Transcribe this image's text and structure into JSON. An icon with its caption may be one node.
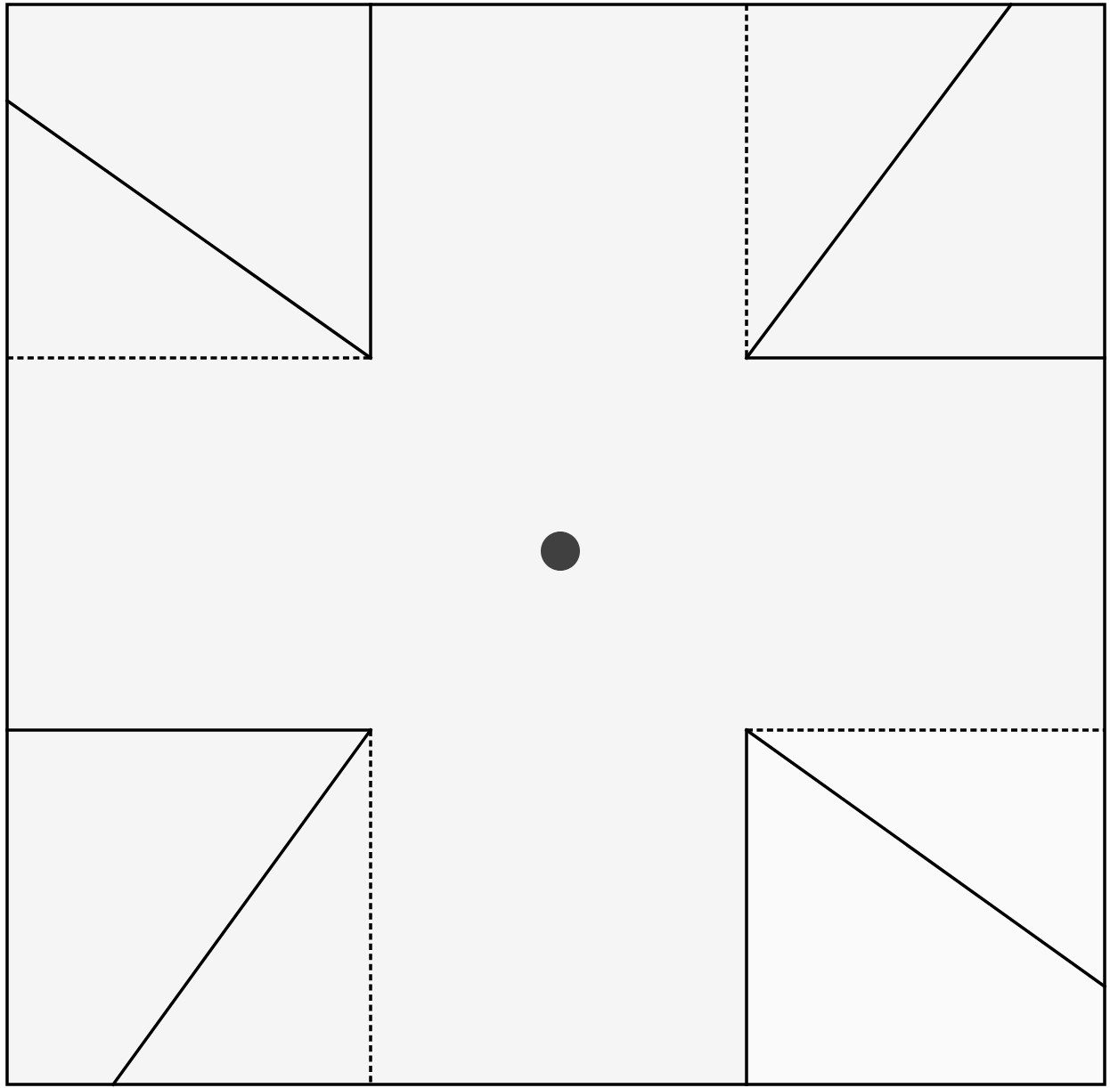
{
  "diagram": {
    "nodes": [
      {
        "text": [],
        "shape": "box"
      },
      {
        "text": [],
        "shape": "box"
      },
      {
        "text": [],
        "shape": "circle"
      },
      {
        "text": [],
        "shape": "box"
      },
      {
        "text": [],
        "shape": "box"
      }
    ]
  }
}
